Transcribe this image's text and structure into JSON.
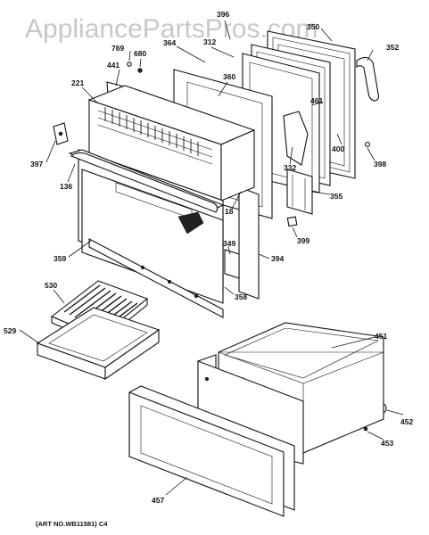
{
  "watermark": "AppliancePartsPros.com",
  "art_number": "(ART NO.WB11581) C4",
  "parts": [
    {
      "id": "396"
    },
    {
      "id": "312"
    },
    {
      "id": "350"
    },
    {
      "id": "352"
    },
    {
      "id": "364"
    },
    {
      "id": "769"
    },
    {
      "id": "680"
    },
    {
      "id": "441"
    },
    {
      "id": "360"
    },
    {
      "id": "461"
    },
    {
      "id": "221"
    },
    {
      "id": "400"
    },
    {
      "id": "397"
    },
    {
      "id": "332"
    },
    {
      "id": "398"
    },
    {
      "id": "136"
    },
    {
      "id": "355"
    },
    {
      "id": "18"
    },
    {
      "id": "399"
    },
    {
      "id": "349"
    },
    {
      "id": "394"
    },
    {
      "id": "359"
    },
    {
      "id": "358"
    },
    {
      "id": "530"
    },
    {
      "id": "451"
    },
    {
      "id": "529"
    },
    {
      "id": "452"
    },
    {
      "id": "453"
    },
    {
      "id": "457"
    }
  ]
}
